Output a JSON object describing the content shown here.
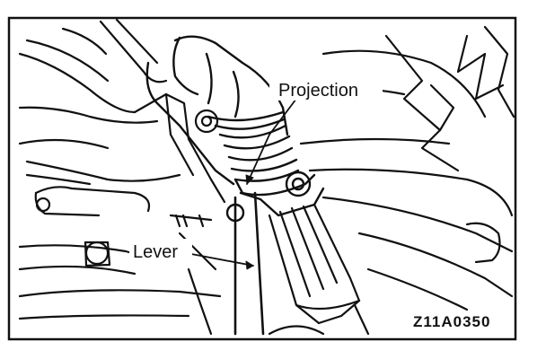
{
  "figure": {
    "labels": {
      "projection": "Projection",
      "lever": "Lever"
    },
    "figure_code": "Z11A0350",
    "colors": {
      "ink": "#111111",
      "paper": "#ffffff"
    }
  }
}
